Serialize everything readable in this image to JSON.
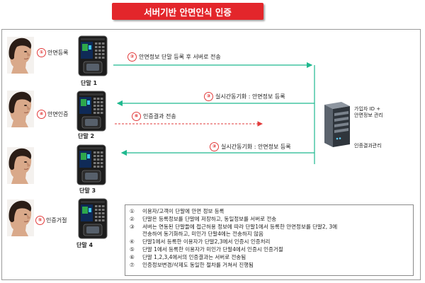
{
  "title": "서버기반 안면인식 인증",
  "colors": {
    "title_bg": "#e3262b",
    "green_arrow": "#1fb98f",
    "red_arrow": "#e23b3b",
    "badge": "#e23b3b"
  },
  "steps": {
    "enroll": {
      "num": "①",
      "label": "안면등록"
    },
    "auth": {
      "num": "④",
      "label": "안면인증"
    },
    "deny": {
      "num": "⑤",
      "label": "인증거절"
    }
  },
  "terminals": [
    "단말 1",
    "단말 2",
    "단말 3",
    "단말 4"
  ],
  "arrows": {
    "a2": {
      "num": "②",
      "label": "안면정보 단말 등록 후 서버로 전송"
    },
    "a3a": {
      "num": "③",
      "label": "실시간동기화 : 안면정보 등록"
    },
    "a6": {
      "num": "⑥",
      "label": "인증결과 전송"
    },
    "a3b": {
      "num": "③",
      "label": "실시간동기화 : 안면정보 등록"
    }
  },
  "server": {
    "label_line1": "가입자 ID +",
    "label_line2": "안면정보 관리",
    "result_label": "인증결과관리",
    "icon": "server-tower-icon"
  },
  "legend": [
    {
      "num": "①",
      "text": "이용자/고객이 단말에 안면 정보 등록"
    },
    {
      "num": "②",
      "text": "단말은 등록정보를 단말에 저장하고, 동일정보를 서버로 전송"
    },
    {
      "num": "③",
      "text": "서버는 연동된 단말들에 접근허용 정보에 따라 단말1에서 등록한 안면정보를 단말2, 3에"
    },
    {
      "num": "",
      "text": "전송하여 동기화하고, 미인가 단말4에는 전송하지 않음"
    },
    {
      "num": "④",
      "text": "단말1에서 등록한 이용자가 단말2,3에서 인증시 인증처리"
    },
    {
      "num": "⑤",
      "text": "단말 1에서 등록한 이용자가 미인가 단말4에서 인증시 인증거절"
    },
    {
      "num": "⑥",
      "text": " 단말 1,2,3,4에서의 인증결과는 서버로 전송됨"
    },
    {
      "num": "⑦",
      "text": " 인증정보변경/삭제도 동일한 절차를 거쳐서 진행됨"
    }
  ]
}
